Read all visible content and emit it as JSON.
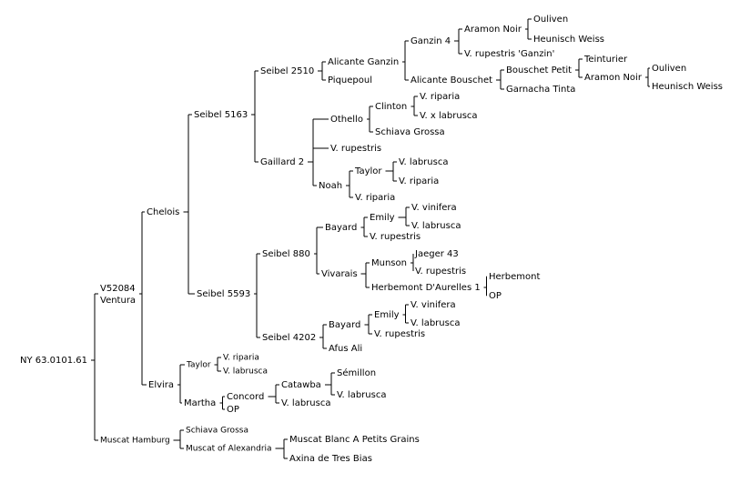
{
  "tree": {
    "label": "NY 63.0101.61",
    "children": [
      {
        "label": "V52084",
        "label2": "Ventura",
        "children": [
          {
            "label": "Chelois",
            "children": [
              {
                "label": "Seibel 5163",
                "children": [
                  {
                    "label": "Seibel 2510",
                    "children": [
                      {
                        "label": "Alicante Ganzin",
                        "children": [
                          {
                            "label": "Ganzin 4",
                            "children": [
                              {
                                "label": "Aramon Noir",
                                "children": [
                                  {
                                    "label": "Ouliven"
                                  },
                                  {
                                    "label": "Heunisch Weiss"
                                  }
                                ]
                              },
                              {
                                "label": "V. rupestris 'Ganzin'"
                              }
                            ]
                          },
                          {
                            "label": "Alicante Bouschet",
                            "children": [
                              {
                                "label": "Bouschet Petit",
                                "children": [
                                  {
                                    "label": "Teinturier"
                                  },
                                  {
                                    "label": "Aramon Noir",
                                    "children": [
                                      {
                                        "label": "Ouliven"
                                      },
                                      {
                                        "label": "Heunisch Weiss"
                                      }
                                    ]
                                  }
                                ]
                              },
                              {
                                "label": "Garnacha Tinta"
                              }
                            ]
                          }
                        ]
                      },
                      {
                        "label": "Piquepoul"
                      }
                    ]
                  },
                  {
                    "label": "Gaillard 2",
                    "children": [
                      {
                        "label": "Othello",
                        "children": [
                          {
                            "label": "Clinton",
                            "children": [
                              {
                                "label": "V. riparia"
                              },
                              {
                                "label": "V. x labrusca"
                              }
                            ]
                          },
                          {
                            "label": "Schiava Grossa"
                          }
                        ]
                      },
                      {
                        "label": "V. rupestris"
                      },
                      {
                        "label": "Noah",
                        "children": [
                          {
                            "label": "Taylor",
                            "children": [
                              {
                                "label": "V. labrusca"
                              },
                              {
                                "label": "V. riparia"
                              }
                            ]
                          },
                          {
                            "label": "V. riparia"
                          }
                        ]
                      }
                    ]
                  }
                ]
              },
              {
                "label": "Seibel 5593",
                "children": [
                  {
                    "label": "Seibel 880",
                    "children": [
                      {
                        "label": "Bayard",
                        "children": [
                          {
                            "label": "Emily",
                            "children": [
                              {
                                "label": "V. vinifera"
                              },
                              {
                                "label": "V. labrusca"
                              }
                            ]
                          },
                          {
                            "label": "V. rupestris"
                          }
                        ]
                      },
                      {
                        "label": "Vivarais",
                        "children": [
                          {
                            "label": "Munson",
                            "children": [
                              {
                                "label": "Jaeger 43"
                              },
                              {
                                "label": "V. rupestris"
                              }
                            ]
                          },
                          {
                            "label": "Herbemont D'Aurelles 1",
                            "children": [
                              {
                                "label": "Herbemont"
                              },
                              {
                                "label": "OP"
                              }
                            ]
                          }
                        ]
                      }
                    ]
                  },
                  {
                    "label": "Seibel 4202",
                    "children": [
                      {
                        "label": "Bayard",
                        "children": [
                          {
                            "label": "Emily",
                            "children": [
                              {
                                "label": "V. vinifera"
                              },
                              {
                                "label": "V. labrusca"
                              }
                            ]
                          },
                          {
                            "label": "V. rupestris"
                          }
                        ]
                      },
                      {
                        "label": "Afus Ali"
                      }
                    ]
                  }
                ]
              }
            ]
          },
          {
            "label": "Elvira",
            "children": [
              {
                "label": "Taylor",
                "children": [
                  {
                    "label": "V. riparia"
                  },
                  {
                    "label": "V. labrusca"
                  }
                ]
              },
              {
                "label": "Martha",
                "children": [
                  {
                    "label": "Concord",
                    "children": [
                      {
                        "label": "Catawba",
                        "children": [
                          {
                            "label": "Sémillon"
                          },
                          {
                            "label": "V. labrusca"
                          }
                        ]
                      },
                      {
                        "label": "V. labrusca"
                      }
                    ]
                  },
                  {
                    "label": "OP"
                  }
                ]
              }
            ]
          }
        ]
      },
      {
        "label": "Muscat Hamburg",
        "children": [
          {
            "label": "Schiava Grossa"
          },
          {
            "label": "Muscat of Alexandria",
            "children": [
              {
                "label": "Muscat Blanc A Petits Grains"
              },
              {
                "label": "Axina de Tres Bias"
              }
            ]
          }
        ]
      }
    ]
  }
}
